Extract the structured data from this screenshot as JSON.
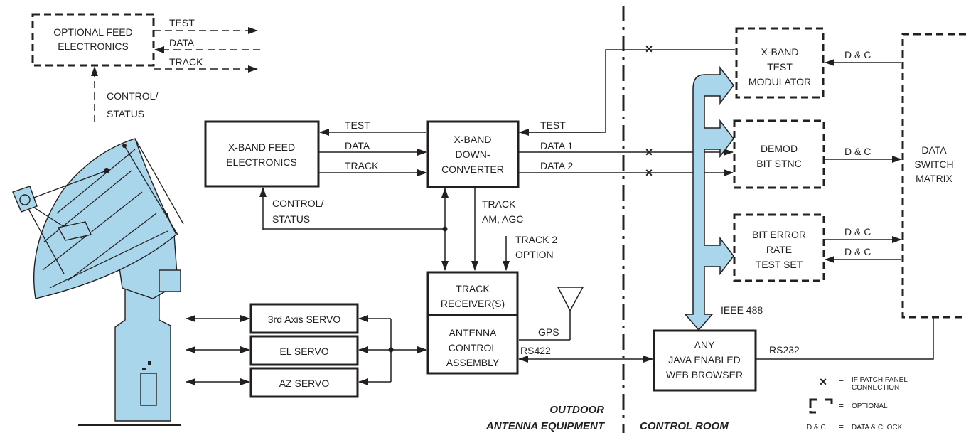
{
  "colors": {
    "ink": "#231f20",
    "accent": "#a9d6ea"
  },
  "blocks": {
    "optional_feed": [
      "OPTIONAL FEED",
      "ELECTRONICS"
    ],
    "feed": [
      "X-BAND FEED",
      "ELECTRONICS"
    ],
    "downconverter": [
      "X-BAND",
      "DOWN-",
      "CONVERTER"
    ],
    "track_receiver": [
      "TRACK",
      "RECEIVER(S)"
    ],
    "acu": [
      "ANTENNA",
      "CONTROL",
      "ASSEMBLY"
    ],
    "servo_3rd": "3rd Axis SERVO",
    "servo_el": "EL SERVO",
    "servo_az": "AZ SERVO",
    "test_modulator": [
      "X-BAND",
      "TEST",
      "MODULATOR"
    ],
    "demod": [
      "DEMOD",
      "BIT STNC"
    ],
    "bert": [
      "BIT ERROR",
      "RATE",
      "TEST SET"
    ],
    "switch_matrix": [
      "DATA",
      "SWITCH",
      "MATRIX"
    ],
    "browser": [
      "ANY",
      "JAVA ENABLED",
      "WEB BROWSER"
    ]
  },
  "signals": {
    "test": "TEST",
    "data": "DATA",
    "track": "TRACK",
    "control_status": [
      "CONTROL/",
      "STATUS"
    ],
    "data1": "DATA 1",
    "data2": "DATA 2",
    "track_am_agc": [
      "TRACK",
      "AM, AGC"
    ],
    "track2_option": [
      "TRACK 2",
      "OPTION"
    ],
    "gps": "GPS",
    "rs422": "RS422",
    "rs232": "RS232",
    "ieee488": "IEEE 488",
    "dc": "D & C"
  },
  "regions": {
    "outdoor": [
      "OUTDOOR",
      "ANTENNA EQUIPMENT"
    ],
    "control_room": "CONTROL ROOM"
  },
  "legend": {
    "patch_symbol": "×",
    "eq": "=",
    "patch": [
      "IF PATCH PANEL",
      "CONNECTION"
    ],
    "optional": "OPTIONAL",
    "dc_abbr": "D & C",
    "dc": "DATA & CLOCK"
  }
}
